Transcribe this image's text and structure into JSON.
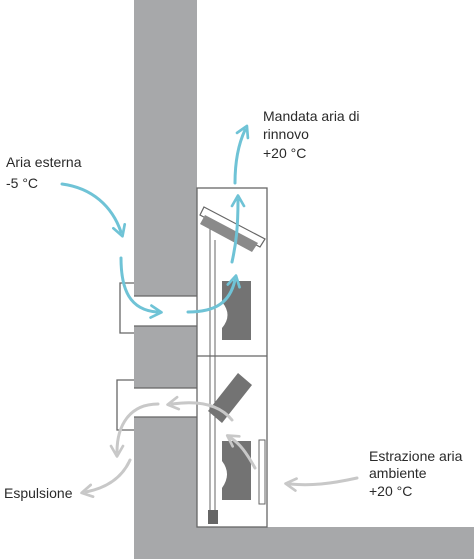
{
  "labels": {
    "outside_air": {
      "title": "Aria esterna",
      "temp": "-5 °C"
    },
    "supply_air": {
      "line1": "Mandata aria di",
      "line2": "rinnovo",
      "temp": "+20 °C"
    },
    "extract_air": {
      "line1": "Estrazione aria",
      "line2": "ambiente",
      "temp": "+20 °C"
    },
    "exhaust": {
      "title": "Espulsione"
    }
  },
  "colors": {
    "wall": "#a7a8aa",
    "unit_outline": "#666666",
    "component": "#737373",
    "fresh_flow": "#6fc3d6",
    "stale_flow": "#c8c8c8",
    "text": "#2a2a2a"
  }
}
